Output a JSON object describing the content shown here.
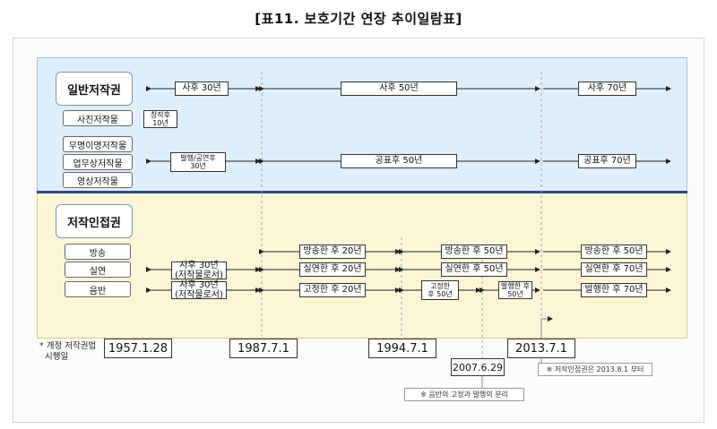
{
  "title": "[표11. 보호기간 연장 추이일람표]",
  "groups": {
    "copyright": {
      "label": "일반저작권",
      "rows": {
        "general": {
          "labels": [
            "사후 30년",
            "사후 50년",
            "사후 70년"
          ]
        },
        "photo": {
          "label": "사진저작물",
          "period": [
            "창작후",
            "10년"
          ]
        },
        "anon": {
          "labels": [
            "무명이명저작물",
            "업무상저작물",
            "영상저작물"
          ],
          "periods": {
            "first": [
              "발행/공연후",
              "30년"
            ],
            "second": "공표후 50년",
            "third": "공표후 70년"
          }
        }
      }
    },
    "neighboring": {
      "label": "저작인접권",
      "rows": {
        "broadcast": {
          "label": "방송",
          "periods": [
            "방송한 후 20년",
            "방송한 후 50년",
            "방송한 후 50년"
          ]
        },
        "performance": {
          "label": "실연",
          "first": [
            "사후 30년",
            "(저작물로서)"
          ],
          "periods": [
            "실연한 후 20년",
            "실연한 후 50년",
            "실연한 후 70년"
          ]
        },
        "record": {
          "label": "음반",
          "first": [
            "사후 30년",
            "(저작물로서)"
          ],
          "periods": [
            "고정한 후 20년"
          ],
          "split_a": [
            "고정한",
            "후 50년"
          ],
          "split_b": [
            "발행한 후",
            "50년"
          ],
          "last": "발행한 후 70년"
        }
      }
    }
  },
  "timeline": {
    "footnote": [
      "* 개정 저작권법",
      "시행일"
    ],
    "dates": [
      "1957.1.28",
      "1987.7.1",
      "1994.7.1",
      "2007.6.29",
      "2013.7.1"
    ]
  },
  "notes": {
    "neighboring_from": "※ 저작인접권은 2013.8.1 부터",
    "record_split": "※ 음반의 고정과 발행의 분리"
  }
}
